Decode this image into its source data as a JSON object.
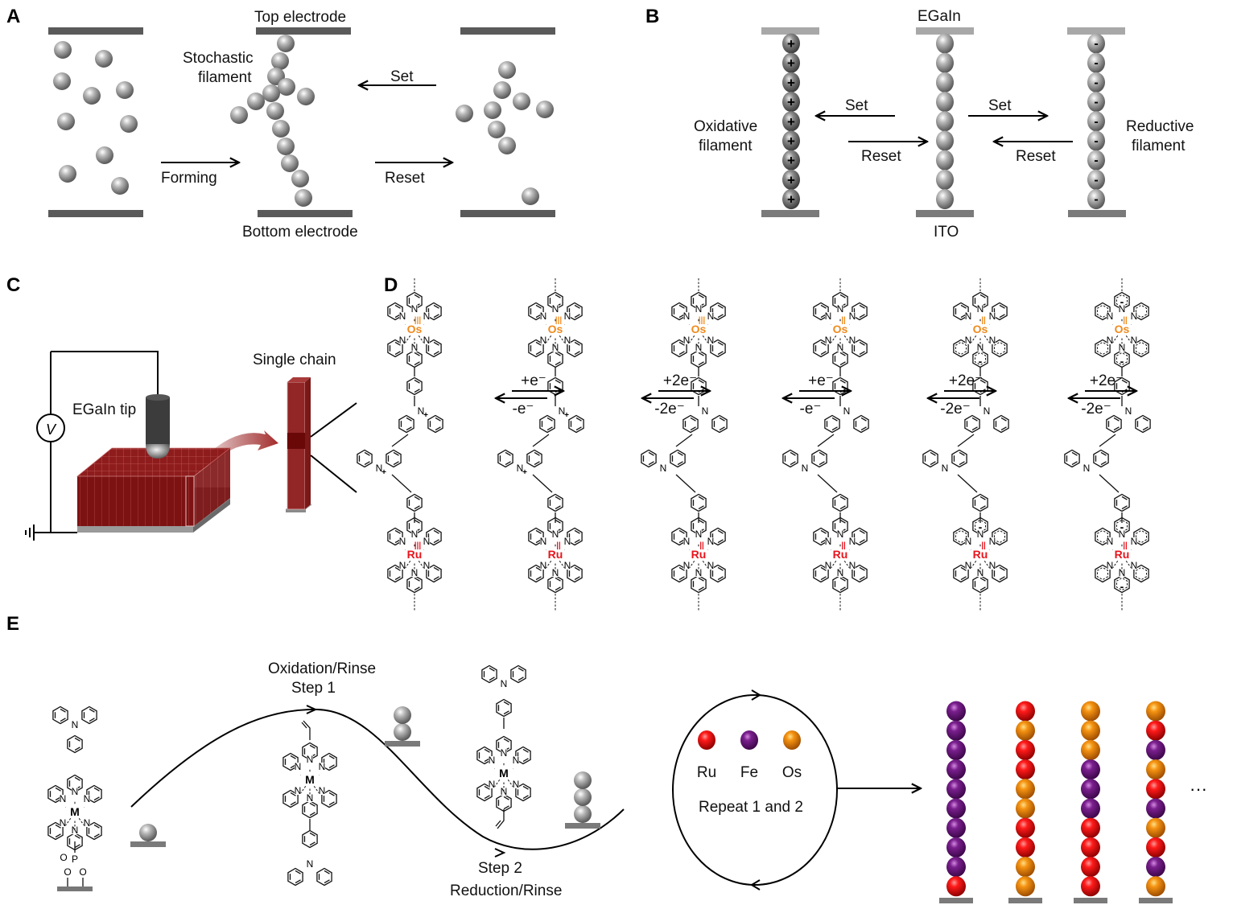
{
  "colors": {
    "electrode_dark": "#5a5a5a",
    "electrode_light": "#a8a8a8",
    "os": "#f08a1c",
    "ru": "#e8141c",
    "fe": "#7a1a8c",
    "ru_ball": "#e01010",
    "fe_ball": "#6a1580",
    "os_ball": "#f08a10",
    "film": "#8b1a1a"
  },
  "panels": {
    "A": {
      "label": "A",
      "top_electrode": "Top electrode",
      "bottom_electrode": "Bottom electrode",
      "stochastic_filament_line1": "Stochastic",
      "stochastic_filament_line2": "filament",
      "forming": "Forming",
      "set": "Set",
      "reset": "Reset"
    },
    "B": {
      "label": "B",
      "top_electrode": "EGaIn",
      "bottom_electrode": "ITO",
      "oxidative_line1": "Oxidative",
      "oxidative_line2": "filament",
      "reductive_line1": "Reductive",
      "reductive_line2": "filament",
      "set_left": "Set",
      "reset_left": "Reset",
      "set_right": "Set",
      "reset_right": "Reset",
      "oxidative_charge": "+",
      "reductive_charge": "-",
      "spheres_per_filament": 9
    },
    "C": {
      "label": "C",
      "tip_label": "EGaIn tip",
      "single_chain": "Single chain",
      "voltmeter": "V"
    },
    "D": {
      "label": "D",
      "molecules": [
        {
          "top_metal": "Os",
          "top_ox": "III",
          "bottom_metal": "Ru",
          "bottom_ox": "III",
          "carbazole_oxidized": true,
          "reduced_rings": []
        },
        {
          "top_metal": "Os",
          "top_ox": "III",
          "bottom_metal": "Ru",
          "bottom_ox": "II",
          "carbazole_oxidized": true,
          "reduced_rings": []
        },
        {
          "top_metal": "Os",
          "top_ox": "III",
          "bottom_metal": "Ru",
          "bottom_ox": "II",
          "carbazole_oxidized": false,
          "reduced_rings": []
        },
        {
          "top_metal": "Os",
          "top_ox": "II",
          "bottom_metal": "Ru",
          "bottom_ox": "II",
          "carbazole_oxidized": false,
          "reduced_rings": []
        },
        {
          "top_metal": "Os",
          "top_ox": "II",
          "bottom_metal": "Ru",
          "bottom_ox": "II",
          "carbazole_oxidized": false,
          "reduced_rings": [
            "top_lower",
            "bottom_upper"
          ]
        },
        {
          "top_metal": "Os",
          "top_ox": "II",
          "bottom_metal": "Ru",
          "bottom_ox": "II",
          "carbazole_oxidized": false,
          "reduced_rings": [
            "top_upper",
            "top_lower",
            "bottom_upper",
            "bottom_lower"
          ]
        }
      ],
      "transitions": [
        {
          "forward": "+e⁻",
          "backward": "-e⁻"
        },
        {
          "forward": "+2e⁻",
          "backward": "-2e⁻"
        },
        {
          "forward": "+e⁻",
          "backward": "-e⁻"
        },
        {
          "forward": "+2e⁻",
          "backward": "-2e⁻"
        },
        {
          "forward": "+2e⁻",
          "backward": "-2e⁻"
        }
      ],
      "reduced_charge": "-"
    },
    "E": {
      "label": "E",
      "step1_line1": "Oxidation/Rinse",
      "step1_line2": "Step 1",
      "step2_line1": "Step 2",
      "step2_line2": "Reduction/Rinse",
      "metal_label": "M",
      "phosphonate_P": "P",
      "phosphonate_O": "O",
      "repeat": "Repeat 1 and 2",
      "legend": [
        {
          "name": "Ru",
          "ball": "ru"
        },
        {
          "name": "Fe",
          "ball": "fe"
        },
        {
          "name": "Os",
          "ball": "os"
        }
      ],
      "stacks": [
        [
          "fe",
          "fe",
          "fe",
          "fe",
          "fe",
          "fe",
          "fe",
          "fe",
          "fe",
          "ru"
        ],
        [
          "ru",
          "os",
          "ru",
          "ru",
          "os",
          "os",
          "ru",
          "ru",
          "os",
          "os"
        ],
        [
          "os",
          "os",
          "os",
          "fe",
          "fe",
          "fe",
          "ru",
          "ru",
          "ru",
          "ru"
        ],
        [
          "os",
          "ru",
          "fe",
          "os",
          "ru",
          "fe",
          "os",
          "ru",
          "fe",
          "os"
        ]
      ],
      "ellipsis": "···"
    }
  }
}
